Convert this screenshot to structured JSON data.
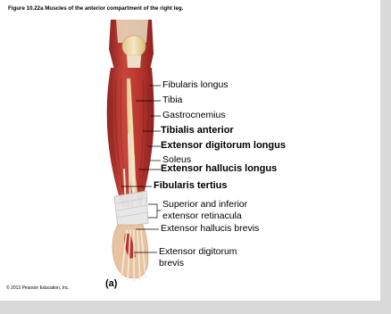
{
  "caption": "Figure 10.22a  Muscles of the anterior compartment of the right leg.",
  "labels": {
    "fibularis_longus": "Fibularis longus",
    "tibia": "Tibia",
    "gastrocnemius": "Gastrocnemius",
    "tibialis_anterior": "Tibialis anterior",
    "ext_dig_longus": "Extensor digitorum longus",
    "soleus": "Soleus",
    "ext_hal_longus": "Extensor hallucis longus",
    "fibularis_tertius": "Fibularis tertius",
    "retinacula_1": "Superior and inferior",
    "retinacula_2": "extensor retinacula",
    "ext_hal_brevis": "Extensor hallucis brevis",
    "ext_dig_brevis_1": "Extensor digitorum",
    "ext_dig_brevis_2": "brevis"
  },
  "panel_label": "(a)",
  "credit": "© 2013 Pearson Education, Inc.",
  "colors": {
    "background": "#d9d9d9",
    "muscle": "#b8352f",
    "muscle_dark": "#8e2420",
    "bone": "#f0d9a8",
    "tendon": "#e9e1cf",
    "retinaculum": "#dcdcdc"
  }
}
